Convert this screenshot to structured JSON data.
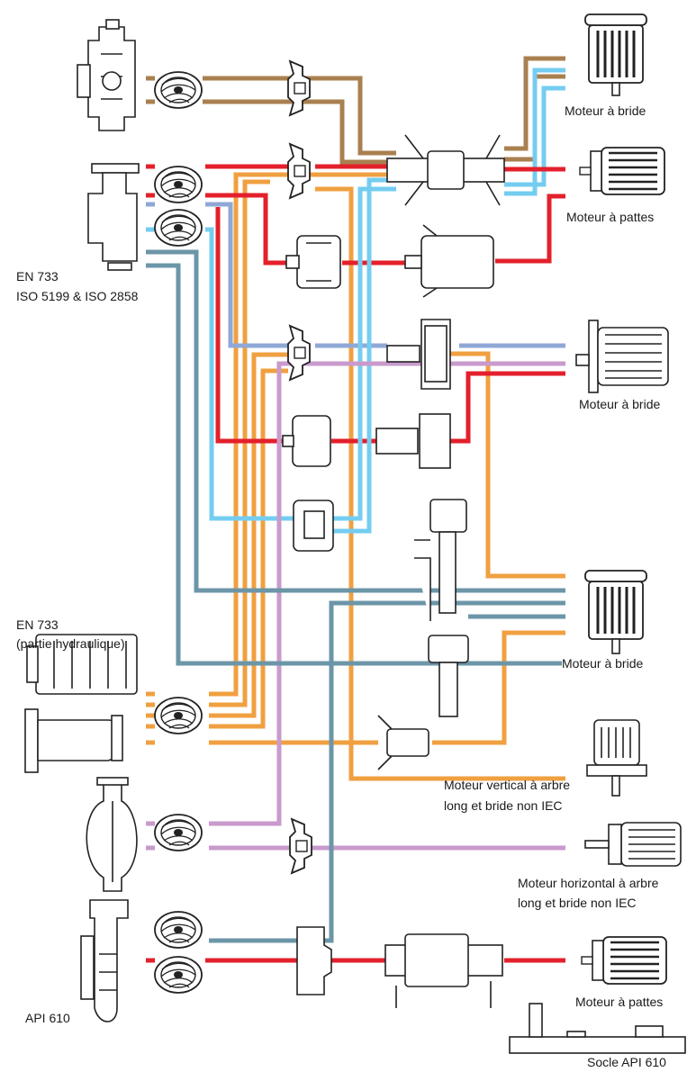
{
  "colors": {
    "brown": "#a9804f",
    "blue": "#8fa8d6",
    "light_blue": "#74cdf0",
    "red": "#e3202b",
    "orange": "#f0a040",
    "slate": "#6c96a8",
    "purple": "#c99acd"
  },
  "labels": {
    "en733_iso_line1": "EN 733",
    "en733_iso_line2": "ISO 5199 & ISO 2858",
    "en733_hydraulic_line1": "EN 733",
    "en733_hydraulic_line2": "(partie hydraulique)",
    "api610": "API 610",
    "motor_flange_1": "Moteur à bride",
    "motor_feet_1": "Moteur à pattes",
    "motor_flange_2": "Moteur à bride",
    "motor_flange_3": "Moteur à bride",
    "motor_vertical_line1": "Moteur vertical à arbre",
    "motor_vertical_line2": "long et bride non IEC",
    "motor_horizontal_line1": "Moteur horizontal à arbre",
    "motor_horizontal_line2": "long et bride non IEC",
    "motor_feet_2": "Moteur à pattes",
    "api610_baseplate": "Socle API 610"
  }
}
